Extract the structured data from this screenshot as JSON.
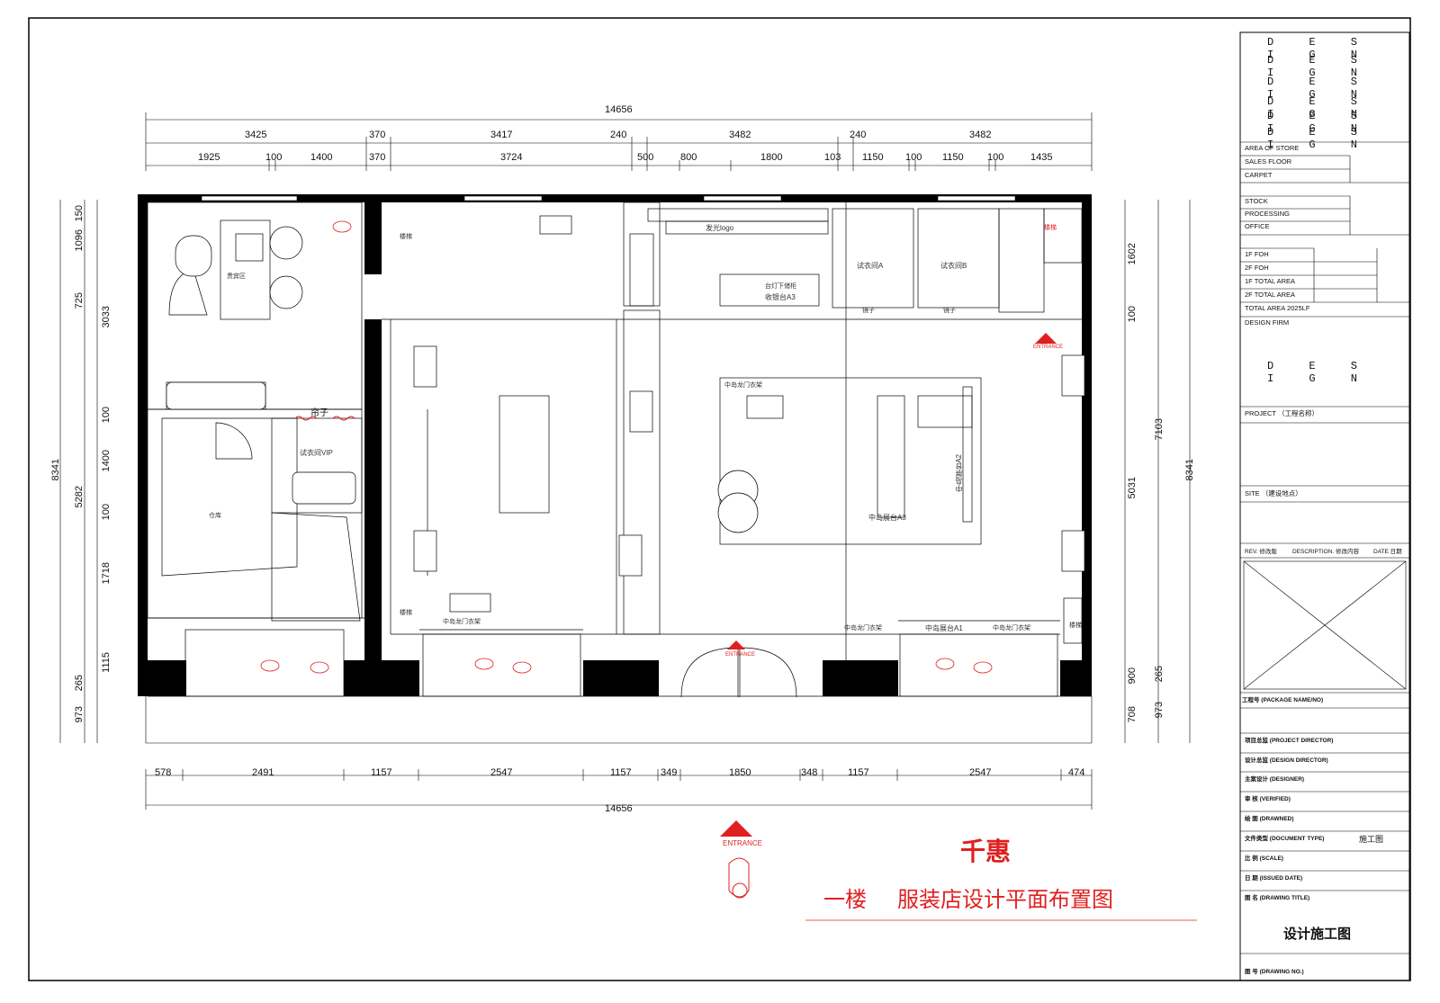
{
  "title_block": {
    "design_rows": [
      "D E S I G N",
      "D E S I G N",
      "D E S I G N",
      "D E S I G N",
      "D E S I G N",
      "D E S I G N"
    ],
    "area_of_store": "AREA OF STORE",
    "sales_floor": "SALES FLOOR",
    "carpet": "CARPET",
    "stock": "STOCK",
    "processing": "PROCESSING",
    "office": "OFFICE",
    "foh1": "1F FOH",
    "foh2": "2F FOH",
    "total1": "1F TOTAL AREA",
    "total2": "2F TOTAL AREA",
    "total_area": "TOTAL AREA 2025LF",
    "design_firm": "DESIGN FIRM",
    "design_big": "D E S I G N",
    "project": "PROJECT （工程名称）",
    "site": "SITE  （建设地点）",
    "rev": "REV. 修改版",
    "description": "DESCRIPTION. 修改内容",
    "date": "DATE 日期",
    "package": "工程号 (PACKAGE NAME/NO)",
    "director": "项目总监 (PROJECT DIRECTOR)",
    "design_director": "设计总监 (DESIGN DIRECTOR)",
    "designer": "主案设计 (DESIGNER)",
    "verified": "审    核 (VERIFIED)",
    "drawn": "绘    图 (DRAWNED)",
    "doc_type": "文件类型 (DOCUMENT TYPE)",
    "doc_type_val": "施工图",
    "scale": "比    例 (SCALE)",
    "issued": "日    期 (ISSUED DATE)",
    "drawing_title": "图    名 (DRAWING TITLE)",
    "drawing_title_val": "设计施工图",
    "drawing_no": "图    号 (DRAWING NO.)"
  },
  "top_dims": {
    "overall": "14656",
    "row2": [
      "3425",
      "370",
      "3417",
      "240",
      "3482",
      "240",
      "3482"
    ],
    "row3": [
      "1925",
      "100",
      "1400",
      "370",
      "3724",
      "500",
      "800",
      "1800",
      "103",
      "1150",
      "100",
      "1150",
      "100",
      "1435"
    ]
  },
  "bottom_dims": {
    "row1": [
      "578",
      "2491",
      "1157",
      "2547",
      "1157",
      "349",
      "1850",
      "348",
      "1157",
      "2547",
      "474"
    ],
    "overall": "14656"
  },
  "left_dims": {
    "overall": "8341",
    "outer": [
      "150",
      "1096",
      "725",
      "3033",
      "100",
      "1400",
      "5282",
      "100",
      "1718",
      "1115",
      "265",
      "973"
    ]
  },
  "right_dims": {
    "inner": [
      "1602",
      "100",
      "5031",
      "900",
      "265",
      "708"
    ],
    "mid": [
      "7103",
      "973"
    ],
    "overall": "8341"
  },
  "room_labels": {
    "rest_area": "贵宾区",
    "fitting_vip": "试衣间VIP",
    "curtain": "帘子",
    "storage": "仓库",
    "stairs": "楼梯",
    "logo": "发光logo",
    "cashier": "台灯下储柜",
    "counter_a3": "收银台A3",
    "fitting_a": "试衣间A",
    "fitting_b": "试衣间B",
    "island_rack": "中岛龙门衣架",
    "island_a3": "中岛展台A3",
    "island_a2": "中岛展台A2",
    "island_a1": "中岛展台A1",
    "entrance": "ENTRANCE",
    "mirror": "镜子"
  },
  "brand": "千惠",
  "floor_title": "一楼",
  "drawing_name": "服装店设计平面布置图",
  "colors": {
    "accent": "#e02020",
    "wall": "#000000"
  }
}
